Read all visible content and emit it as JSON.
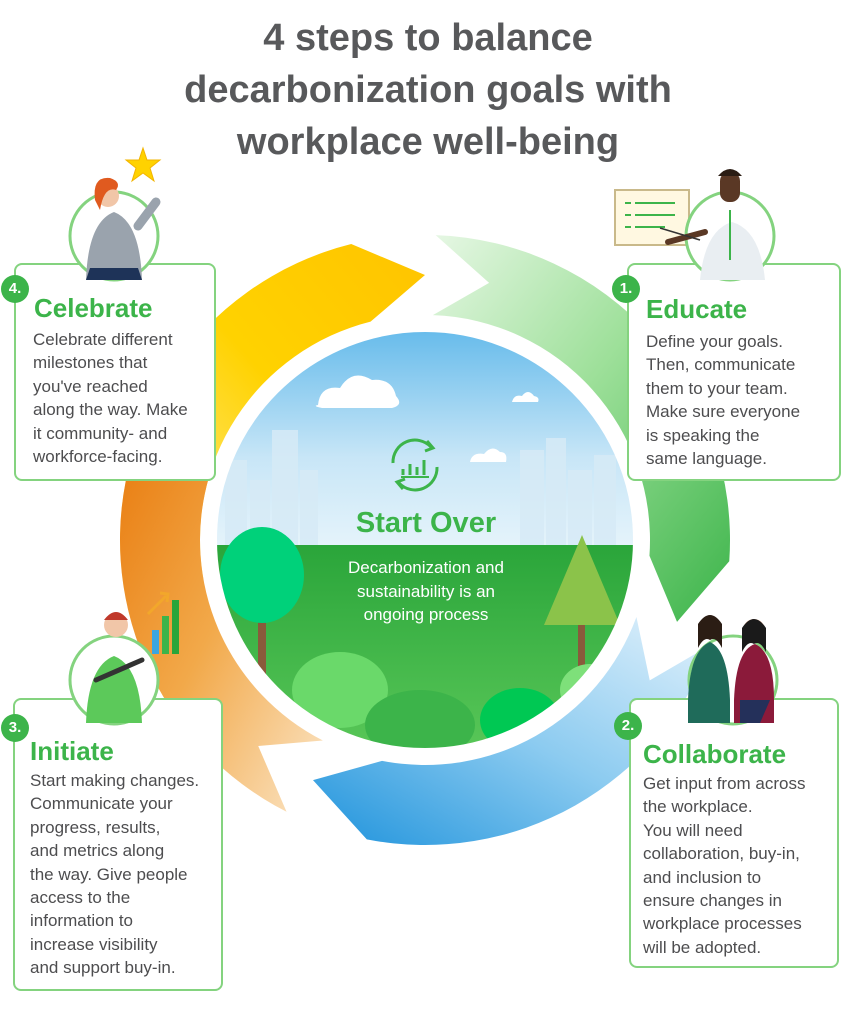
{
  "title": {
    "line1": "4 steps to balance",
    "line2": "decarbonization goals with",
    "line3": "workplace well-being"
  },
  "center": {
    "title": "Start Over",
    "subtitle": "Decarbonization and\nsustainability is an\nongoing process",
    "icon": "refresh-growth-chart-icon"
  },
  "steps": [
    {
      "number": "1.",
      "title": "Educate",
      "body": "Define your goals.\nThen, communicate\nthem to your team.\nMake sure everyone\nis speaking the\nsame language.",
      "illustration": "presenter-at-whiteboard"
    },
    {
      "number": "2.",
      "title": "Collaborate",
      "body": "Get input from across\nthe workplace.\nYou will need\ncollaboration, buy-in,\nand inclusion to\nensure changes in\nworkplace processes\nwill be adopted.",
      "illustration": "two-colleagues-talking"
    },
    {
      "number": "3.",
      "title": "Initiate",
      "body": "Start making changes.\nCommunicate your\nprogress, results,\nand metrics along\nthe way. Give people\naccess to the\ninformation  to\nincrease visibility\nand support buy-in.",
      "illustration": "person-with-growth-chart"
    },
    {
      "number": "4.",
      "title": "Celebrate",
      "body": "Celebrate different\nmilestones that\nyou've reached\nalong the way. Make\nit community- and\nworkforce-facing.",
      "illustration": "woman-holding-star"
    }
  ],
  "colors": {
    "accent_green": "#3cb44a",
    "card_border": "#84d37f",
    "title_gray": "#58595b",
    "body_gray": "#4d4d4f",
    "arrow_yellow": "#ffcc00",
    "arrow_green": "#5cc95a",
    "arrow_blue": "#3ba6e0",
    "arrow_orange": "#e8820e"
  }
}
